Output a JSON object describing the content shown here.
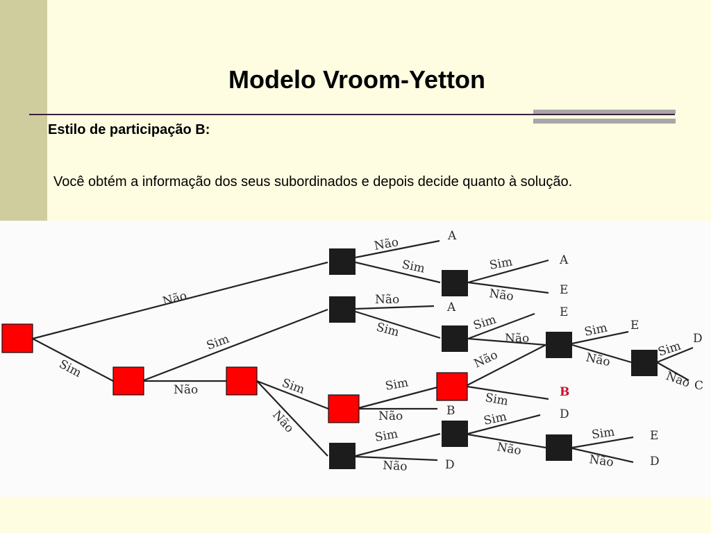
{
  "slide": {
    "title": "Modelo Vroom-Yetton",
    "subtitle": "Estilo de participação B:",
    "description": "Você obtém a informação dos seus subordinados e depois decide quanto à solução."
  },
  "colors": {
    "background": "#fefce1",
    "side_strip": "#cfcd9e",
    "highlight_node": "#ff0000",
    "dark_node": "#1c1c1c",
    "highlight_text": "#c8102e"
  },
  "diagram": {
    "edge_labels": {
      "nao": "Não",
      "sim": "Sim"
    },
    "outcomes": {
      "a": "A",
      "b": "B",
      "c": "C",
      "d": "D",
      "e": "E"
    }
  }
}
